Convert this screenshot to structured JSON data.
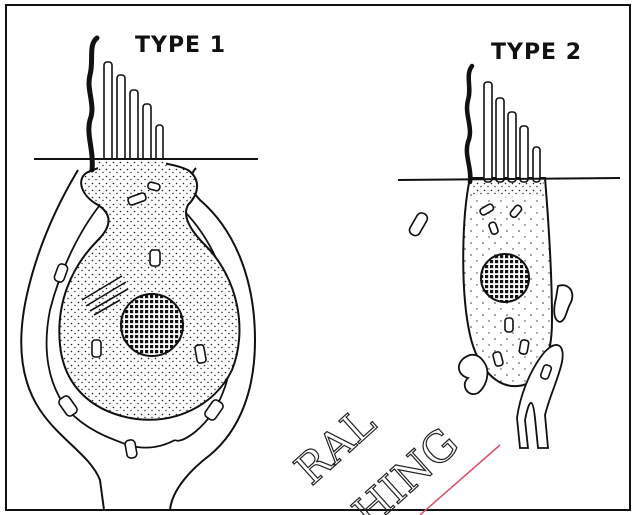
{
  "labels": {
    "type1": "TYPE 1",
    "type2": "TYPE 2"
  },
  "watermark": {
    "line1": "RAL",
    "line2": "HING"
  },
  "colors": {
    "ink": "#111111",
    "background": "#ffffff",
    "watermark_line": "#d9506a"
  }
}
